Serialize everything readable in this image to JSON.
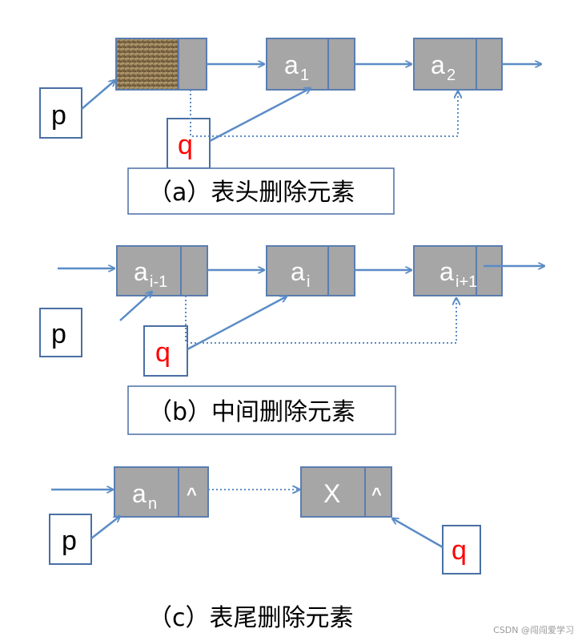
{
  "colors": {
    "node_fill": "#a6a6a6",
    "arrow": "#5b8cc6",
    "box_stroke": "#4a6fa5",
    "q_label": "#ff0000",
    "head_texture": "#8c7550"
  },
  "panel_a": {
    "caption": "（a）表头删除元素",
    "node1_base": "a",
    "node1_sub": "1",
    "node2_base": "a",
    "node2_sub": "2",
    "p_label": "p",
    "q_label": "q"
  },
  "panel_b": {
    "caption": "（b）中间删除元素",
    "node0_base": "a",
    "node0_sub": "i-1",
    "node1_base": "a",
    "node1_sub": "i",
    "node2_base": "a",
    "node2_sub": "i+1",
    "p_label": "p",
    "q_label": "q"
  },
  "panel_c": {
    "caption": "（c）表尾删除元素",
    "node0_base": "a",
    "node0_sub": "n",
    "node0_null": "^",
    "node1_text": "X",
    "node1_null": "^",
    "p_label": "p",
    "q_label": "q"
  },
  "watermark": "CSDN @闯闯爱学习"
}
